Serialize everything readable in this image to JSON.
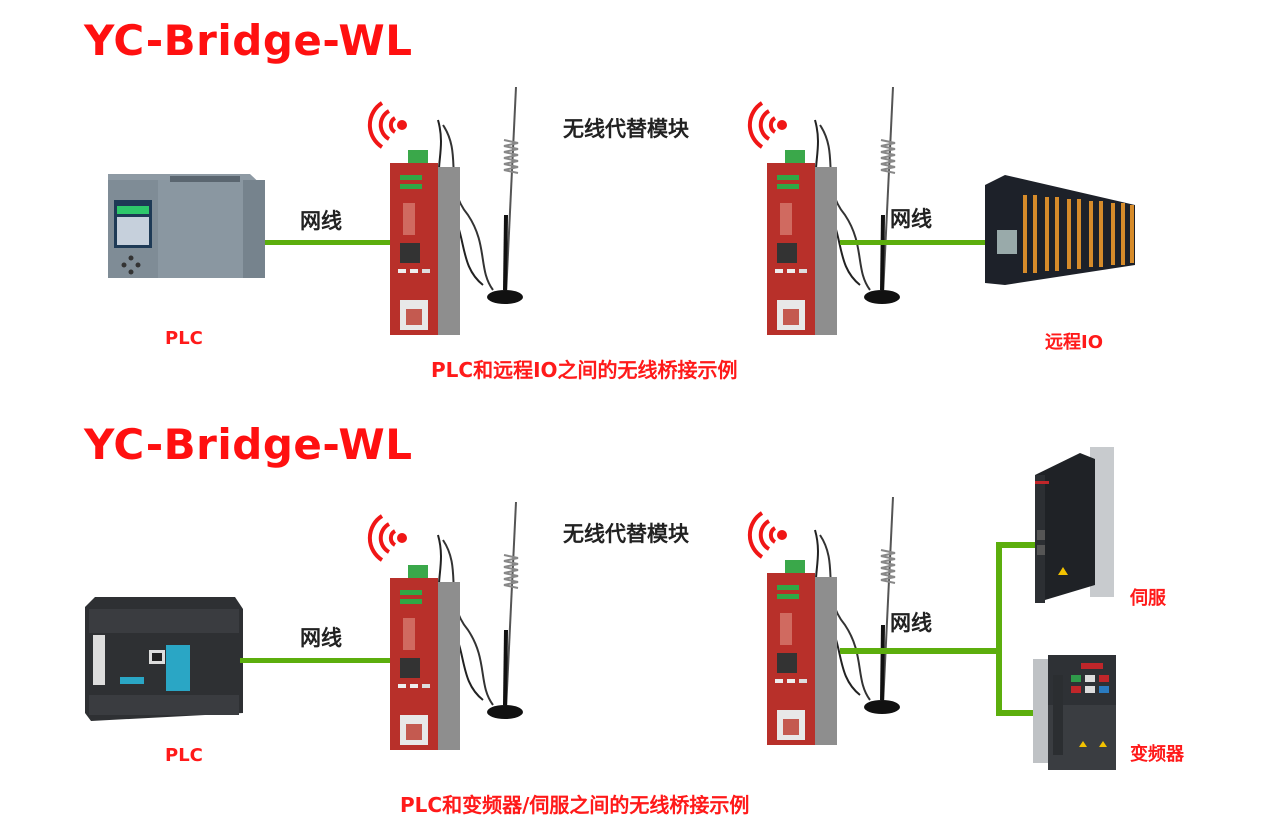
{
  "colors": {
    "title_red": "#ff1010",
    "label_red": "#ff1a1a",
    "wire_green": "#5cae0d",
    "device_red": "#b8302a",
    "text_dark": "#222222"
  },
  "diagrams": [
    {
      "title": "YC-Bridge-WL",
      "wireless_label": "无线代替模块",
      "left_cable_label": "网线",
      "right_cable_label": "网线",
      "left_device": "PLC",
      "right_devices": [
        "远程IO"
      ],
      "caption": "PLC和远程IO之间的无线桥接示例"
    },
    {
      "title": "YC-Bridge-WL",
      "wireless_label": "无线代替模块",
      "left_cable_label": "网线",
      "right_cable_label": "网线",
      "left_device": "PLC",
      "right_devices": [
        "伺服",
        "变频器"
      ],
      "caption": "PLC和变频器/伺服之间的无线桥接示例"
    }
  ],
  "icons": {
    "signal": "wireless-signal-icon",
    "module": "yc-bridge-wl-module",
    "antenna": "antenna"
  }
}
